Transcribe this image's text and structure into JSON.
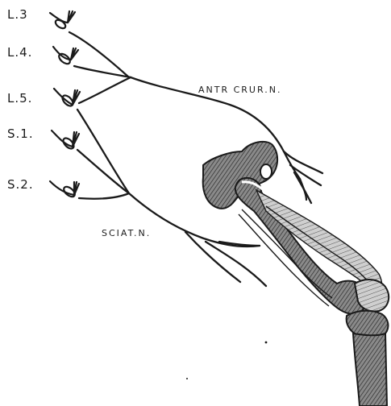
{
  "root_labels": {
    "l3": "L.3",
    "l4": "L.4.",
    "l5": "L.5.",
    "s1": "S.1.",
    "s2": "S.2."
  },
  "nerve_labels": {
    "anterior_crural": "ANTR CRUR.N.",
    "sciatic": "SCIAT.N."
  },
  "colors": {
    "ink": "#1a1a1a",
    "bone_shade": "#6b6b6b",
    "background": "#ffffff"
  }
}
